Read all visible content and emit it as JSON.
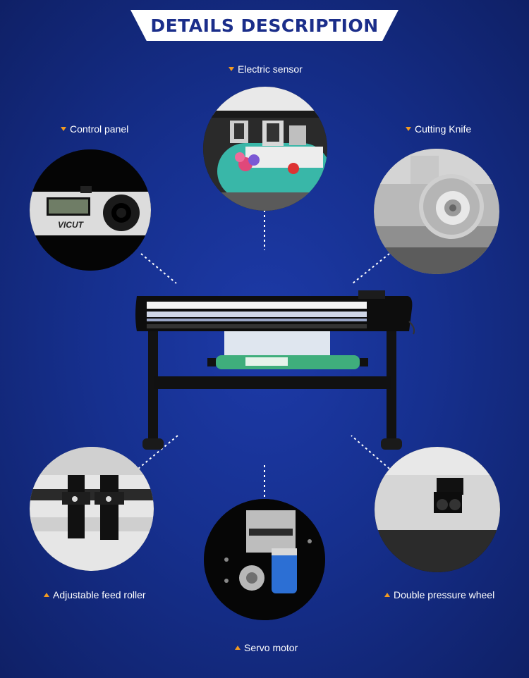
{
  "header": {
    "title": "DETAILS DESCRIPTION"
  },
  "features": [
    {
      "label": "Electric sensor"
    },
    {
      "label": "Control panel"
    },
    {
      "label": "Cutting Knife"
    },
    {
      "label": "Adjustable feed roller"
    },
    {
      "label": "Servo motor"
    },
    {
      "label": "Double pressure wheel"
    }
  ],
  "control_panel": {
    "brand": "VICUT"
  },
  "colors": {
    "accent": "#f29a20",
    "banner_text": "#1b2e8a",
    "background": "#16308f"
  }
}
